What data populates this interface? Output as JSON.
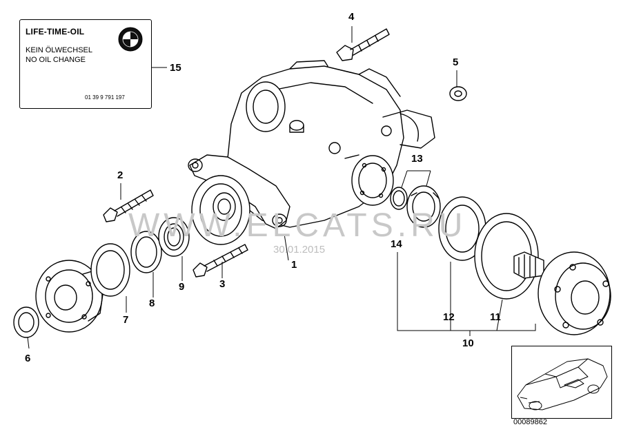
{
  "label": {
    "title": "LIFE-TIME-OIL",
    "line1": "KEIN ÖLWECHSEL",
    "line2": "NO OIL CHANGE",
    "part_number": "01 39 9 791 197",
    "logo": "bmw-roundel-icon"
  },
  "callouts": {
    "n1": "1",
    "n2": "2",
    "n3": "3",
    "n4": "4",
    "n5": "5",
    "n6": "6",
    "n7": "7",
    "n8": "8",
    "n9": "9",
    "n10": "10",
    "n11": "11",
    "n12": "12",
    "n13": "13",
    "n14": "14",
    "n15": "15"
  },
  "watermark": {
    "text": "WWW.ELCATS.RU",
    "date": "30.01.2015"
  },
  "diagram_number": "00089862"
}
